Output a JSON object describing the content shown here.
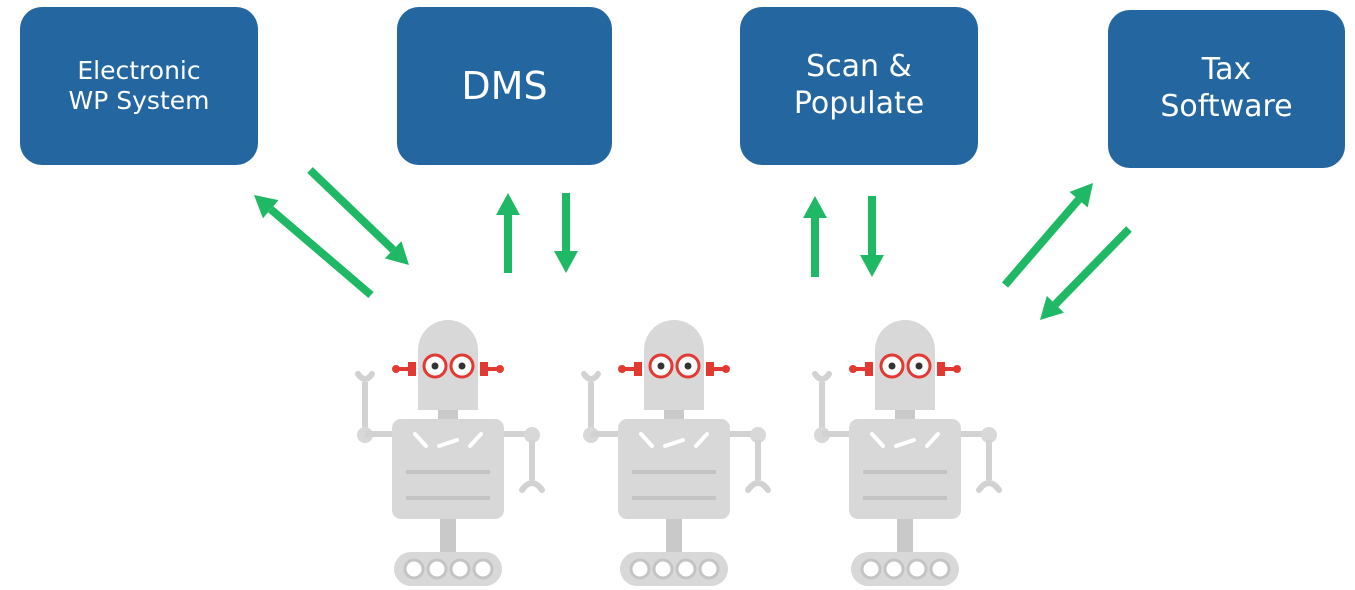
{
  "colors": {
    "box": "#2366a0",
    "box_text": "#ffffff",
    "arrow": "#1fb865",
    "robot_body": "#d8d8d8",
    "robot_shade": "#c4c4c4",
    "robot_eye": "#e23a32"
  },
  "boxes": {
    "wp": "Electronic\nWP System",
    "dms": "DMS",
    "scan": "Scan &\nPopulate",
    "tax": "Tax\nSoftware"
  },
  "icons": {
    "arrow": "arrow-icon",
    "robot": "robot-icon"
  }
}
